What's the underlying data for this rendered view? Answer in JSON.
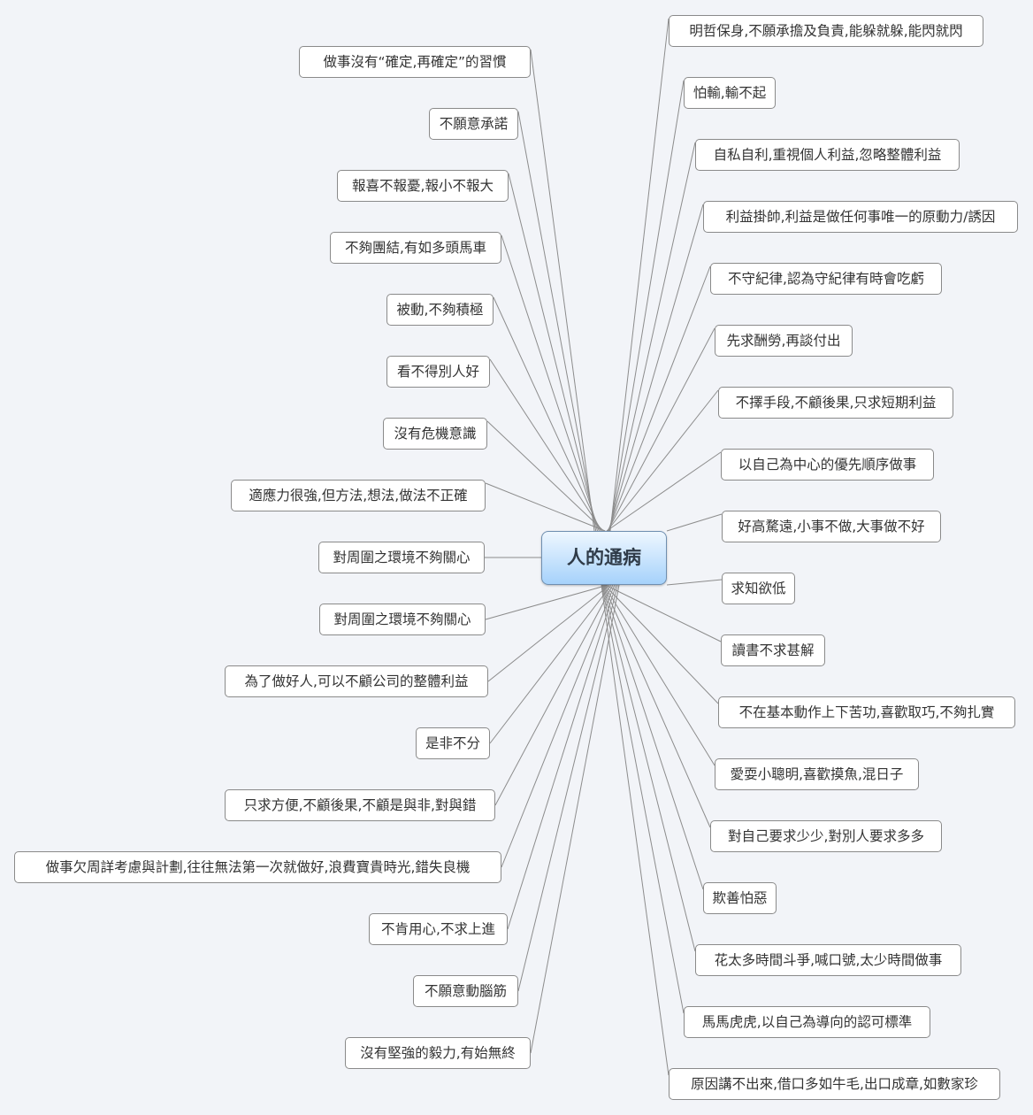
{
  "central_topic": "人的通病",
  "left_topics": [
    "做事沒有“確定,再確定”的習慣",
    "不願意承諾",
    "報喜不報憂,報小不報大",
    "不夠團結,有如多頭馬車",
    "被動,不夠積極",
    "看不得別人好",
    "沒有危機意識",
    "適應力很強,但方法,想法,做法不正確",
    "對周圍之環境不夠關心",
    "對周圍之環境不夠關心",
    "為了做好人,可以不顧公司的整體利益",
    "是非不分",
    "只求方便,不顧後果,不顧是與非,對與錯",
    "做事欠周詳考慮與計劃,往往無法第一次就做好,浪費寶貴時光,錯失良機",
    "不肯用心,不求上進",
    "不願意動腦筋",
    "沒有堅強的毅力,有始無終"
  ],
  "right_topics": [
    "明哲保身,不願承擔及負責,能躲就躲,能閃就閃",
    "怕輸,輸不起",
    "自私自利,重視個人利益,忽略整體利益",
    "利益掛帥,利益是做任何事唯一的原動力/誘因",
    "不守紀律,認為守紀律有時會吃虧",
    "先求酬勞,再談付出",
    "不擇手段,不顧後果,只求短期利益",
    "以自己為中心的優先順序做事",
    "好高騖遠,小事不做,大事做不好",
    "求知欲低",
    "讀書不求甚解",
    "不在基本動作上下苦功,喜歡取巧,不夠扎實",
    "愛耍小聰明,喜歡摸魚,混日子",
    "對自己要求少少,對別人要求多多",
    "欺善怕惡",
    "花太多時間斗爭,喊口號,太少時間做事",
    "馬馬虎虎,以自己為導向的認可標準",
    "原因講不出來,借口多如牛毛,出口成章,如數家珍"
  ],
  "colors": {
    "background": "#f2f4f8",
    "line": "#8c8c8c",
    "central_top": "#eef7ff",
    "central_bottom": "#a6d2fb"
  }
}
